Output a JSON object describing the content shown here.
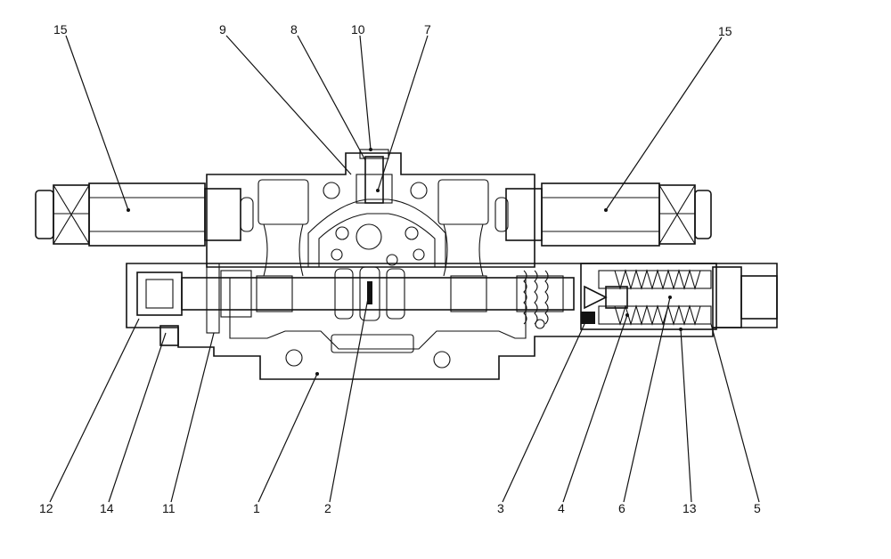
{
  "callouts": {
    "c15_left": "15",
    "c9": "9",
    "c8": "8",
    "c10": "10",
    "c7": "7",
    "c15_right": "15",
    "c12": "12",
    "c14": "14",
    "c11": "11",
    "c1": "1",
    "c2": "2",
    "c3": "3",
    "c4": "4",
    "c6": "6",
    "c13": "13",
    "c5": "5"
  }
}
